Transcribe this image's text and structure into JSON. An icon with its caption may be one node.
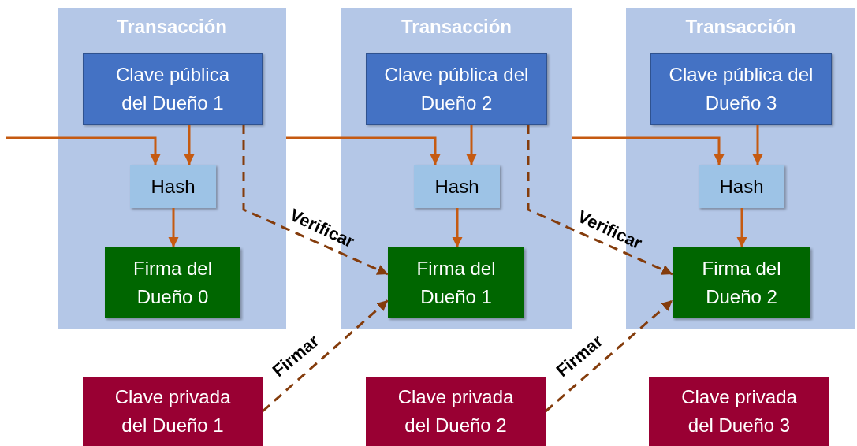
{
  "diagram": {
    "nodes": [
      {
        "text": [
          "Transacción"
        ]
      },
      {
        "text": [
          "Clave pública del Dueño 1"
        ],
        "in": 0
      },
      {
        "text": [
          "Hash"
        ],
        "in": 0
      },
      {
        "text": [
          "Firma del Dueño 0"
        ],
        "in": 0
      },
      {
        "text": [
          "Transacción"
        ]
      },
      {
        "text": [
          "Clave pública del Dueño 2"
        ],
        "in": 4
      },
      {
        "text": [
          "Hash"
        ],
        "in": 4
      },
      {
        "text": [
          "Firma del Dueño 1"
        ],
        "in": 4
      },
      {
        "text": [
          "Transacción"
        ]
      },
      {
        "text": [
          "Clave pública del Dueño 3"
        ],
        "in": 8
      },
      {
        "text": [
          "Hash"
        ],
        "in": 8
      },
      {
        "text": [
          "Firma del Dueño 2"
        ],
        "in": 8
      },
      {
        "text": [
          "Clave privada del Dueño 1"
        ]
      },
      {
        "text": [
          "Clave privada del Dueño 2"
        ]
      },
      {
        "text": [
          "Clave privada del Dueño 3"
        ]
      }
    ],
    "edges": [
      {
        "from": null,
        "to": 2,
        "arrow": "to"
      },
      {
        "from": 1,
        "to": 2,
        "arrow": "to"
      },
      {
        "from": 2,
        "to": 3,
        "arrow": "to"
      },
      {
        "from": 0,
        "to": 6,
        "arrow": "to"
      },
      {
        "from": 5,
        "to": 6,
        "arrow": "to"
      },
      {
        "from": 6,
        "to": 7,
        "arrow": "to"
      },
      {
        "from": 4,
        "to": 10,
        "arrow": "to"
      },
      {
        "from": 9,
        "to": 10,
        "arrow": "to"
      },
      {
        "from": 10,
        "to": 11,
        "arrow": "to"
      },
      {
        "from": 1,
        "to": 7,
        "arrow": "to",
        "label": "Verificar",
        "style": "dashed",
        "color": "#843c0c"
      },
      {
        "from": 5,
        "to": 11,
        "arrow": "to",
        "label": "Verificar",
        "style": "dashed",
        "color": "#843c0c"
      },
      {
        "from": 12,
        "to": 7,
        "arrow": "to",
        "label": "Firmar",
        "style": "dashed",
        "color": "#843c0c"
      },
      {
        "from": 13,
        "to": 11,
        "arrow": "to",
        "label": "Firmar",
        "style": "dashed",
        "color": "#843c0c"
      }
    ]
  }
}
